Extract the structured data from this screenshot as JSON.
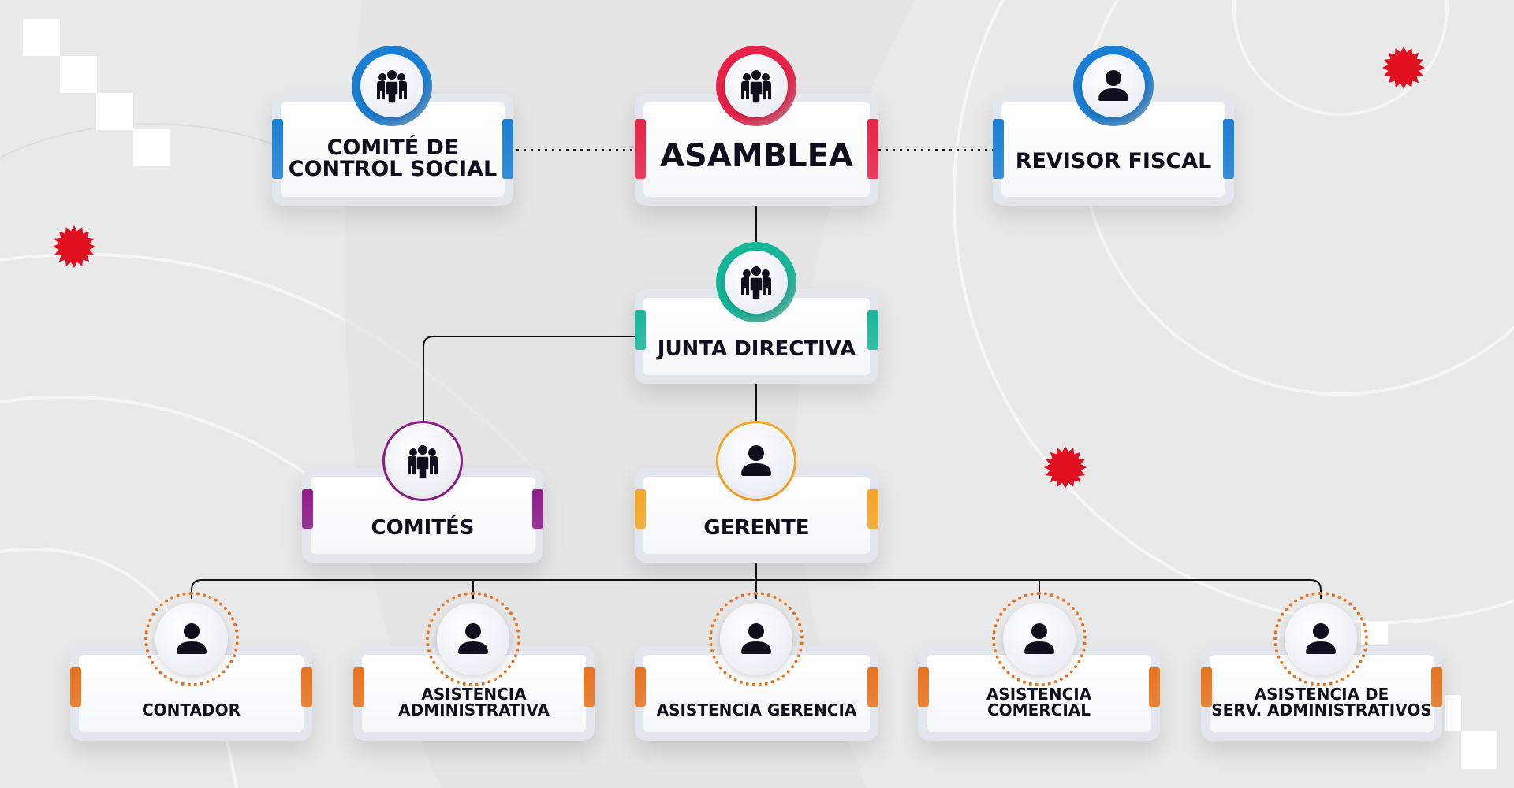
{
  "colors": {
    "blue": "#1a7fd4",
    "red": "#e8234a",
    "teal": "#17b79a",
    "purple": "#8e1b8a",
    "gold": "#f5a623",
    "orange": "#e8731e",
    "accent_star": "#e01020"
  },
  "nodes": [
    {
      "id": "comite-control-social",
      "lines": [
        "COMITÉ DE",
        "CONTROL SOCIAL"
      ],
      "icon": "group-icon",
      "color": "blue"
    },
    {
      "id": "asamblea",
      "lines": [
        "ASAMBLEA"
      ],
      "icon": "group-icon",
      "color": "red"
    },
    {
      "id": "revisor-fiscal",
      "lines": [
        "REVISOR FISCAL"
      ],
      "icon": "person-icon",
      "color": "blue"
    },
    {
      "id": "junta-directiva",
      "lines": [
        "JUNTA DIRECTIVA"
      ],
      "icon": "group-icon",
      "color": "teal"
    },
    {
      "id": "comites",
      "lines": [
        "COMITÉS"
      ],
      "icon": "group-icon",
      "color": "purple"
    },
    {
      "id": "gerente",
      "lines": [
        "GERENTE"
      ],
      "icon": "person-icon",
      "color": "gold"
    },
    {
      "id": "contador",
      "lines": [
        "CONTADOR"
      ],
      "icon": "person-icon",
      "color": "orange"
    },
    {
      "id": "asistencia-administrativa",
      "lines": [
        "ASISTENCIA",
        "ADMINISTRATIVA"
      ],
      "icon": "person-icon",
      "color": "orange"
    },
    {
      "id": "asistencia-gerencia",
      "lines": [
        "ASISTENCIA GERENCIA"
      ],
      "icon": "person-icon",
      "color": "orange"
    },
    {
      "id": "asistencia-comercial",
      "lines": [
        "ASISTENCIA",
        "COMERCIAL"
      ],
      "icon": "person-icon",
      "color": "orange"
    },
    {
      "id": "asistencia-serv-administrativos",
      "lines": [
        "ASISTENCIA DE",
        "SERV. ADMINISTRATIVOS"
      ],
      "icon": "person-icon",
      "color": "orange"
    }
  ]
}
